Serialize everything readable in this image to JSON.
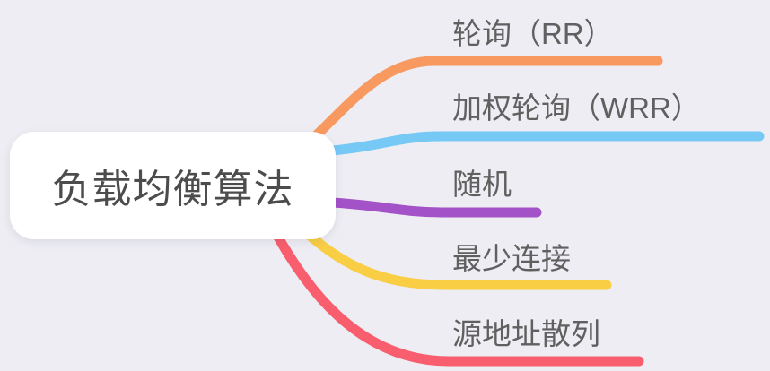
{
  "colors": {
    "background": "#EDEDF3",
    "node_bg": "#FFFFFF",
    "node_text": "#4C4C4C",
    "branch_text": "#606060"
  },
  "root": {
    "label": "负载均衡算法"
  },
  "branches": [
    {
      "label": "轮询（RR）",
      "color": "#F89A5F"
    },
    {
      "label": "加权轮询（WRR）",
      "color": "#76C8F5"
    },
    {
      "label": "随机",
      "color": "#A452C8"
    },
    {
      "label": "最少连接",
      "color": "#F9CE45"
    },
    {
      "label": "源地址散列",
      "color": "#F85E6D"
    }
  ]
}
